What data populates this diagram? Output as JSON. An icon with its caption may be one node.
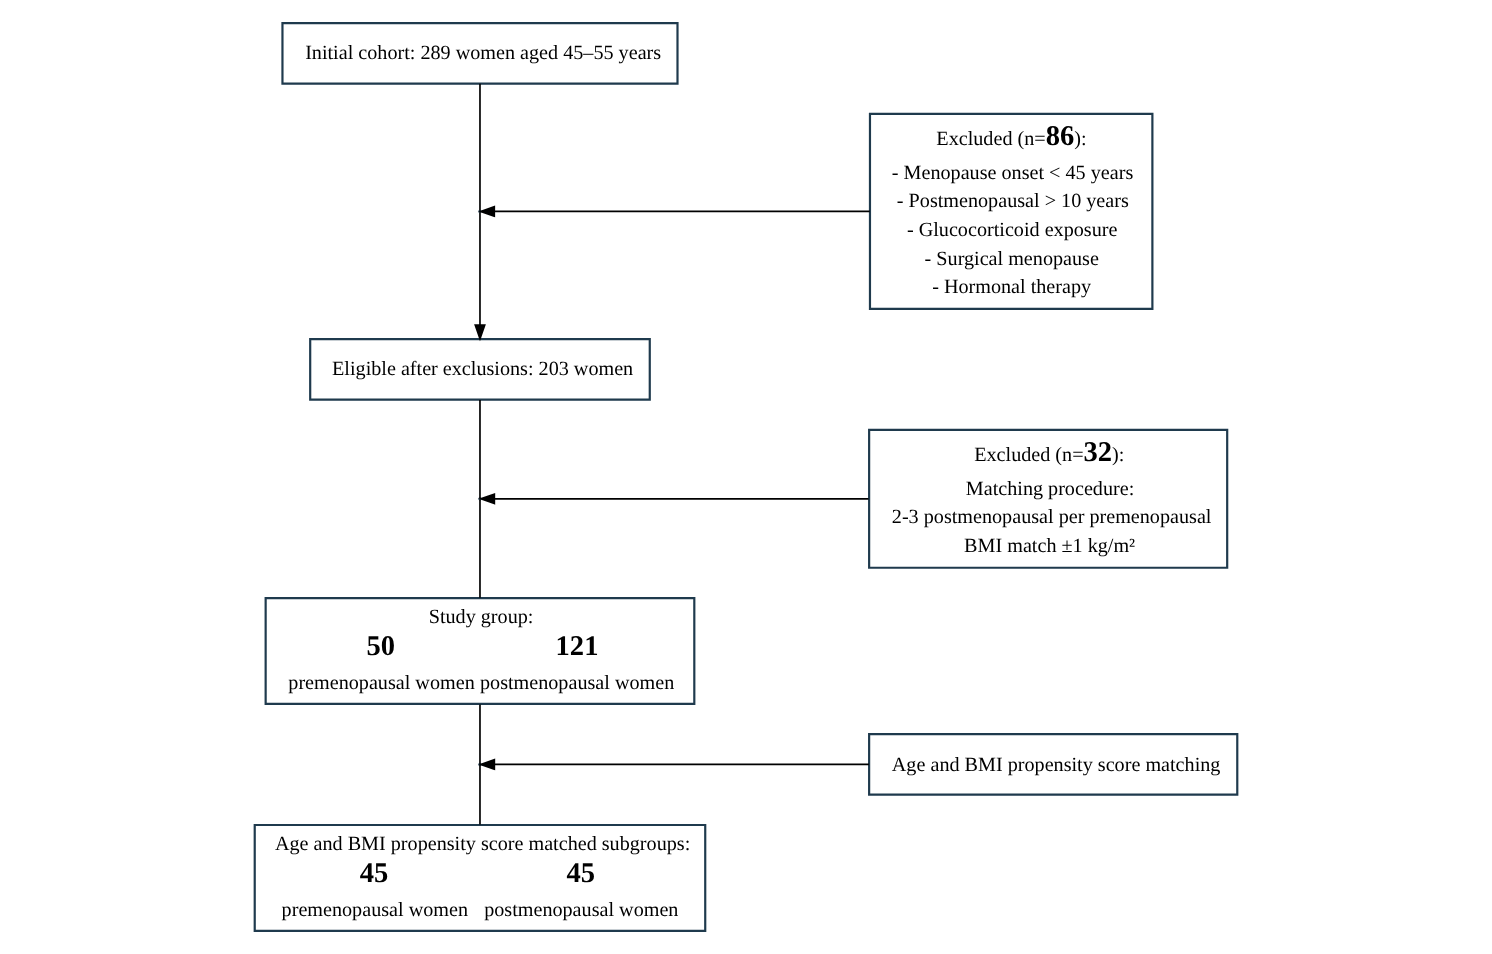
{
  "diagram": {
    "nodes": [
      {
        "text": [
          "Initial cohort: 289 women aged 45–55 years"
        ]
      },
      {
        "text": [
          "Excluded (n=**86**):",
          "- Menopause onset < 45 years",
          "- Postmenopausal > 10 years",
          "- Glucocorticoid exposure",
          "- Surgical menopause",
          "- Hormonal therapy"
        ]
      },
      {
        "text": [
          "Eligible after exclusions: 203 women"
        ]
      },
      {
        "text": [
          "Excluded (n=**32**):",
          "Matching procedure:",
          "2-3 postmenopausal per premenopausal",
          "BMI match ±1 kg/m²"
        ]
      },
      {
        "text": [
          "Study group:",
          "50",
          "premenopausal women",
          "121",
          "postmenopausal women"
        ]
      },
      {
        "text": [
          "Age and BMI propensity score matching"
        ]
      },
      {
        "text": [
          "Age and BMI propensity score matched subgroups:",
          "45",
          "premenopausal women",
          "45",
          "postmenopausal women"
        ]
      }
    ],
    "edges": [
      {
        "from": 0,
        "to": 2,
        "arrow": "to"
      },
      {
        "from": 1,
        "to": null,
        "arrow": "to"
      },
      {
        "from": 2,
        "to": 4,
        "arrow": "none"
      },
      {
        "from": 3,
        "to": null,
        "arrow": "to"
      },
      {
        "from": 4,
        "to": 6,
        "arrow": "none"
      },
      {
        "from": 5,
        "to": null,
        "arrow": "to"
      }
    ]
  }
}
